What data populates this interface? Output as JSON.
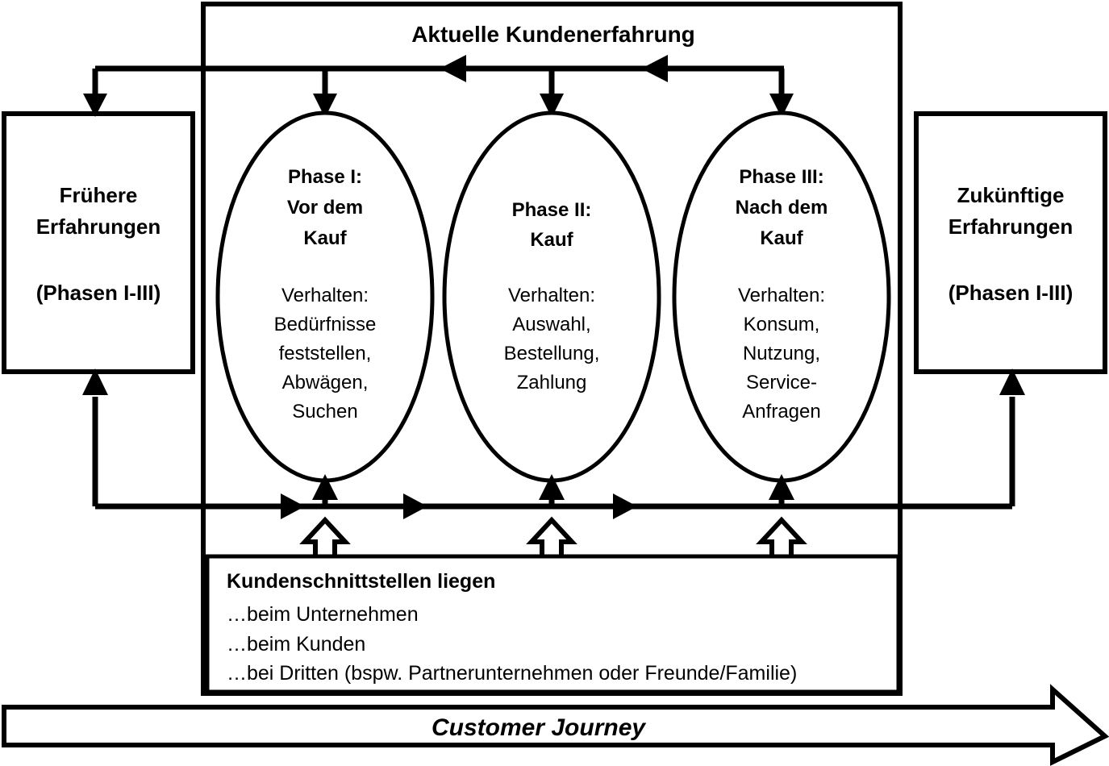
{
  "diagram": {
    "title_banner": "Aktuelle Kundenerfahrung",
    "journey_label": "Customer Journey",
    "left_box": {
      "line1": "Frühere",
      "line2": "Erfahrungen",
      "line3": "(Phasen I-III)"
    },
    "right_box": {
      "line1": "Zukünftige",
      "line2": "Erfahrungen",
      "line3": "(Phasen I-III)"
    },
    "phases": [
      {
        "id": "phase-1",
        "heading": [
          "Phase I:",
          "Vor dem",
          "Kauf"
        ],
        "body": [
          "Verhalten:",
          "Bedürfnisse",
          "feststellen,",
          "Abwägen,",
          "Suchen"
        ]
      },
      {
        "id": "phase-2",
        "heading": [
          "Phase II:",
          "Kauf"
        ],
        "body": [
          "Verhalten:",
          "Auswahl,",
          "Bestellung,",
          "Zahlung"
        ]
      },
      {
        "id": "phase-3",
        "heading": [
          "Phase III:",
          "Nach dem",
          "Kauf"
        ],
        "body": [
          "Verhalten:",
          "Konsum,",
          "Nutzung,",
          "Service-",
          "Anfragen"
        ]
      }
    ],
    "touchpoints": {
      "heading": "Kundenschnittstellen liegen",
      "items": [
        "…beim Unternehmen",
        "…beim Kunden",
        "…bei Dritten (bspw. Partnerunternehmen oder Freunde/Familie)"
      ]
    },
    "colors": {
      "stroke": "#000000",
      "fill": "#ffffff",
      "text": "#000000"
    }
  }
}
